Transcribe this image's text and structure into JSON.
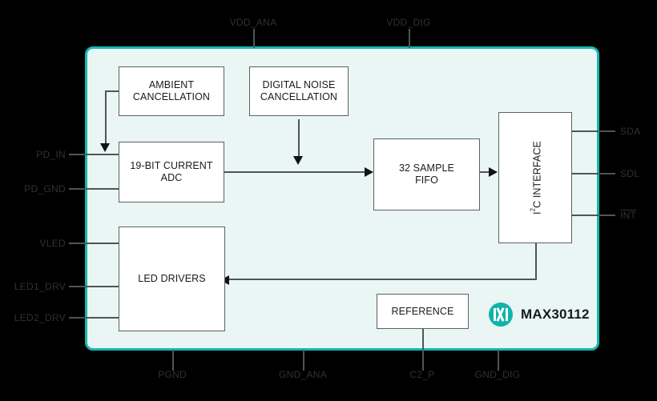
{
  "diagram": {
    "title": "MAX30112 Block Diagram",
    "colors": {
      "package_border": "#14b8af",
      "package_fill": "#eaf6f4",
      "block_fill": "#ffffff",
      "block_border": "#5b6163",
      "wire": "#4f5557",
      "pin_label": "#2e3133",
      "background": "#000000",
      "brand_teal": "#12b2ab"
    },
    "blocks": [
      {
        "id": "ambient_cancellation",
        "label": "AMBIENT\nCANCELLATION"
      },
      {
        "id": "digital_noise_cancellation",
        "label": "DIGITAL NOISE\nCANCELLATION"
      },
      {
        "id": "current_adc",
        "label": "19-BIT CURRENT ADC"
      },
      {
        "id": "sample_fifo",
        "label": "32 SAMPLE\nFIFO"
      },
      {
        "id": "i2c_interface",
        "label": "I2C INTERFACE"
      },
      {
        "id": "led_drivers",
        "label": "LED DRIVERS"
      },
      {
        "id": "reference",
        "label": "REFERENCE"
      }
    ],
    "block_labels": {
      "ambient_cancellation": "AMBIENT\nCANCELLATION",
      "digital_noise_cancellation": "DIGITAL NOISE\nCANCELLATION",
      "current_adc": "19-BIT CURRENT ADC",
      "sample_fifo": "32 SAMPLE\nFIFO",
      "i2c_interface_prefix": "I",
      "i2c_interface_sup": "2",
      "i2c_interface_suffix": "C INTERFACE",
      "led_drivers": "LED DRIVERS",
      "reference": "REFERENCE"
    },
    "pins": {
      "top": [
        {
          "name": "VDD_ANA",
          "label": "VDD_ANA"
        },
        {
          "name": "VDD_DIG",
          "label": "VDD_DIG"
        }
      ],
      "left": [
        {
          "name": "PD_IN",
          "label": "PD_IN"
        },
        {
          "name": "PD_GND",
          "label": "PD_GND"
        },
        {
          "name": "VLED",
          "label": "VLED"
        },
        {
          "name": "LED1_DRV",
          "label": "LED1_DRV"
        },
        {
          "name": "LED2_DRV",
          "label": "LED2_DRV"
        }
      ],
      "right": [
        {
          "name": "SDA",
          "label": "SDA",
          "overline": false
        },
        {
          "name": "SDL",
          "label": "SDL",
          "overline": false
        },
        {
          "name": "INT",
          "label": "INT",
          "overline": true
        }
      ],
      "bottom": [
        {
          "name": "PGND",
          "label": "PGND"
        },
        {
          "name": "GND_ANA",
          "label": "GND_ANA"
        },
        {
          "name": "C2_P",
          "label": "C2_P"
        },
        {
          "name": "GND_DIG",
          "label": "GND_DIG"
        }
      ]
    },
    "brand": {
      "part_number": "MAX30112",
      "logo_name": "maxim-integrated-logo"
    }
  }
}
